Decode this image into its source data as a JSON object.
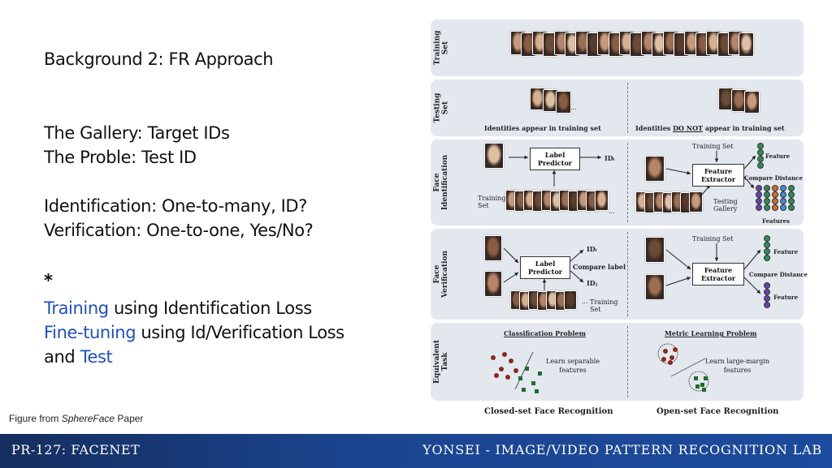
{
  "slide": {
    "title": "Background 2: FR Approach",
    "gallery": "The Gallery: Target IDs",
    "probe": "The Proble: Test ID",
    "identification": "Identification: One-to-many, ID?",
    "verification": "Verification: One-to-one, Yes/No?",
    "star": "*",
    "line_training_hl": "Training",
    "line_training_rest": " using Identification Loss",
    "line_finetune_hl": "Fine-tuning",
    "line_finetune_rest": " using Id/Verification Loss",
    "line_test_pre": "and ",
    "line_test_hl": "Test",
    "caption_pre": "Figure from ",
    "caption_em": "SphereFace",
    "caption_post": " Paper"
  },
  "figure": {
    "rows": {
      "training_set": "Training\nSet",
      "testing_set": "Testing\nSet",
      "face_identification": "Face\nIdentification",
      "face_verification": "Face\nVerification",
      "equivalent_task": "Equivalent\nTask"
    },
    "ellipsis": "...",
    "identities_in": "Identities appear in training set",
    "identities_out_pre": "Identities ",
    "identities_out_em": "DO NOT",
    "identities_out_post": " appear in training set",
    "label_predictor": "Label\nPredictor",
    "feature_extractor": "Feature\nExtractor",
    "id_i": "IDᵢ",
    "id_j": "IDⱼ",
    "training_set_lbl": "Training\nSet",
    "training_set_short": "Training Set",
    "feature": "Feature",
    "features": "Features",
    "compare_distance": "Compare Distance",
    "compare_label": "Compare label",
    "testing_gallery": "Testing\nGallery",
    "classification_problem": "Classification Problem",
    "metric_learning_problem": "Metric Learning Problem",
    "learn_separable": "Learn separable\nfeatures",
    "learn_large_margin": "Learn large-margin\nfeatures",
    "closed_set": "Closed-set Face Recognition",
    "open_set": "Open-set Face Recognition",
    "skin_tones": [
      "#c89a7a",
      "#8a5c43",
      "#d7b08f",
      "#6b4a36",
      "#b88468",
      "#e0c0a4",
      "#9c6e52",
      "#5a3b2a"
    ]
  },
  "footer": {
    "left": "PR-127: FACENET",
    "right": "YONSEI - IMAGE/VIDEO PATTERN RECOGNITION LAB"
  }
}
